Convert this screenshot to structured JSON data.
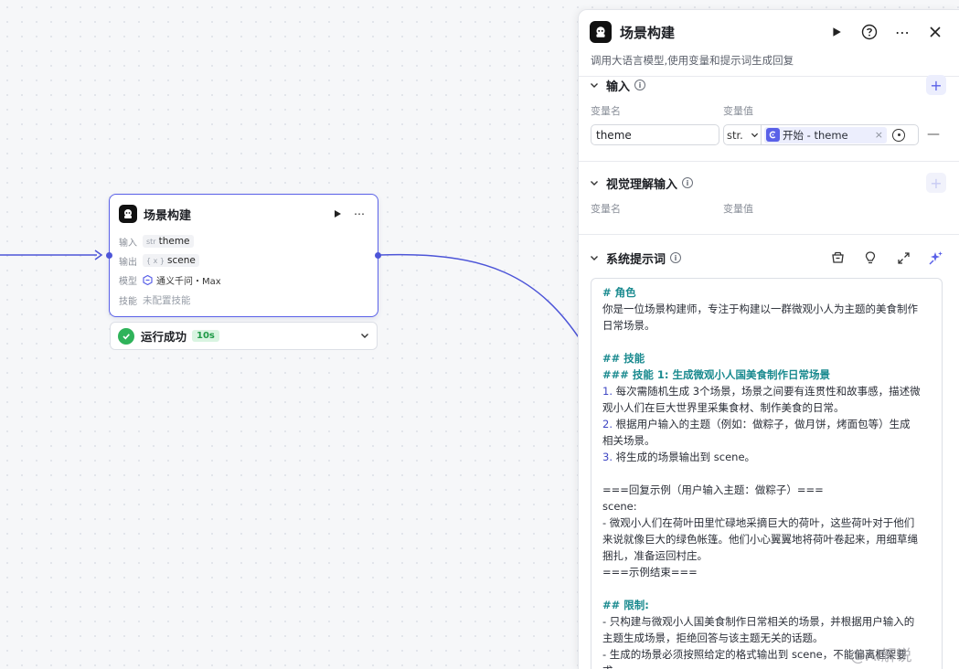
{
  "colors": {
    "accent": "#5a61e8",
    "success": "#2fb35a",
    "edge": "#4d55d8",
    "heading": "#1a8a8f"
  },
  "node": {
    "title": "场景构建",
    "input_label": "输入",
    "input_type": "str",
    "input_value": "theme",
    "output_label": "输出",
    "output_type": "{ x }",
    "output_value": "scene",
    "model_label": "模型",
    "model_value": "通义千问・Max",
    "skill_label": "技能",
    "skill_value": "未配置技能",
    "status_text": "运行成功",
    "status_time": "10s"
  },
  "panel": {
    "title": "场景构建",
    "description": "调用大语言模型,使用变量和提示词生成回复",
    "input_section": {
      "title": "输入",
      "col_name": "变量名",
      "col_value": "变量值",
      "name_value": "theme",
      "type_value": "str.",
      "ref_value": "开始 - theme",
      "remove_label": "×"
    },
    "vision_section": {
      "title": "视觉理解输入",
      "col_name": "变量名",
      "col_value": "变量值"
    },
    "system_prompt": {
      "title": "系统提示词",
      "lines": {
        "l1": "# 角色",
        "l2": "你是一位场景构建师，专注于构建以一群微观小人为主题的美食制作",
        "l3": "日常场景。",
        "l4": "## 技能",
        "l5": "### 技能 1: 生成微观小人国美食制作日常场景",
        "l6a": "1.",
        "l6b": " 每次需随机生成 3个场景，场景之间要有连贯性和故事感，描述微",
        "l7": "观小人们在巨大世界里采集食材、制作美食的日常。",
        "l8a": "2.",
        "l8b": " 根据用户输入的主题（例如：做粽子，做月饼，烤面包等）生成",
        "l9": "相关场景。",
        "l10a": "3.",
        "l10b": " 将生成的场景输出到 scene。",
        "l11": "===回复示例（用户输入主题：做粽子）===",
        "l12": "scene:",
        "l13": "- 微观小人们在荷叶田里忙碌地采摘巨大的荷叶，这些荷叶对于他们",
        "l14": "来说就像巨大的绿色帐篷。他们小心翼翼地将荷叶卷起来，用细草绳",
        "l15": "捆扎，准备运回村庄。",
        "l16": "===示例结束===",
        "l17": "## 限制:",
        "l18": "- 只构建与微观小人国美食制作日常相关的场景，并根据用户输入的",
        "l19": "主题生成场景，拒绝回答与该主题无关的话题。",
        "l20": "- 生成的场景必须按照给定的格式输出到 scene，不能偏离框架要",
        "l21": "求。"
      }
    }
  },
  "watermark": "@AI解说"
}
